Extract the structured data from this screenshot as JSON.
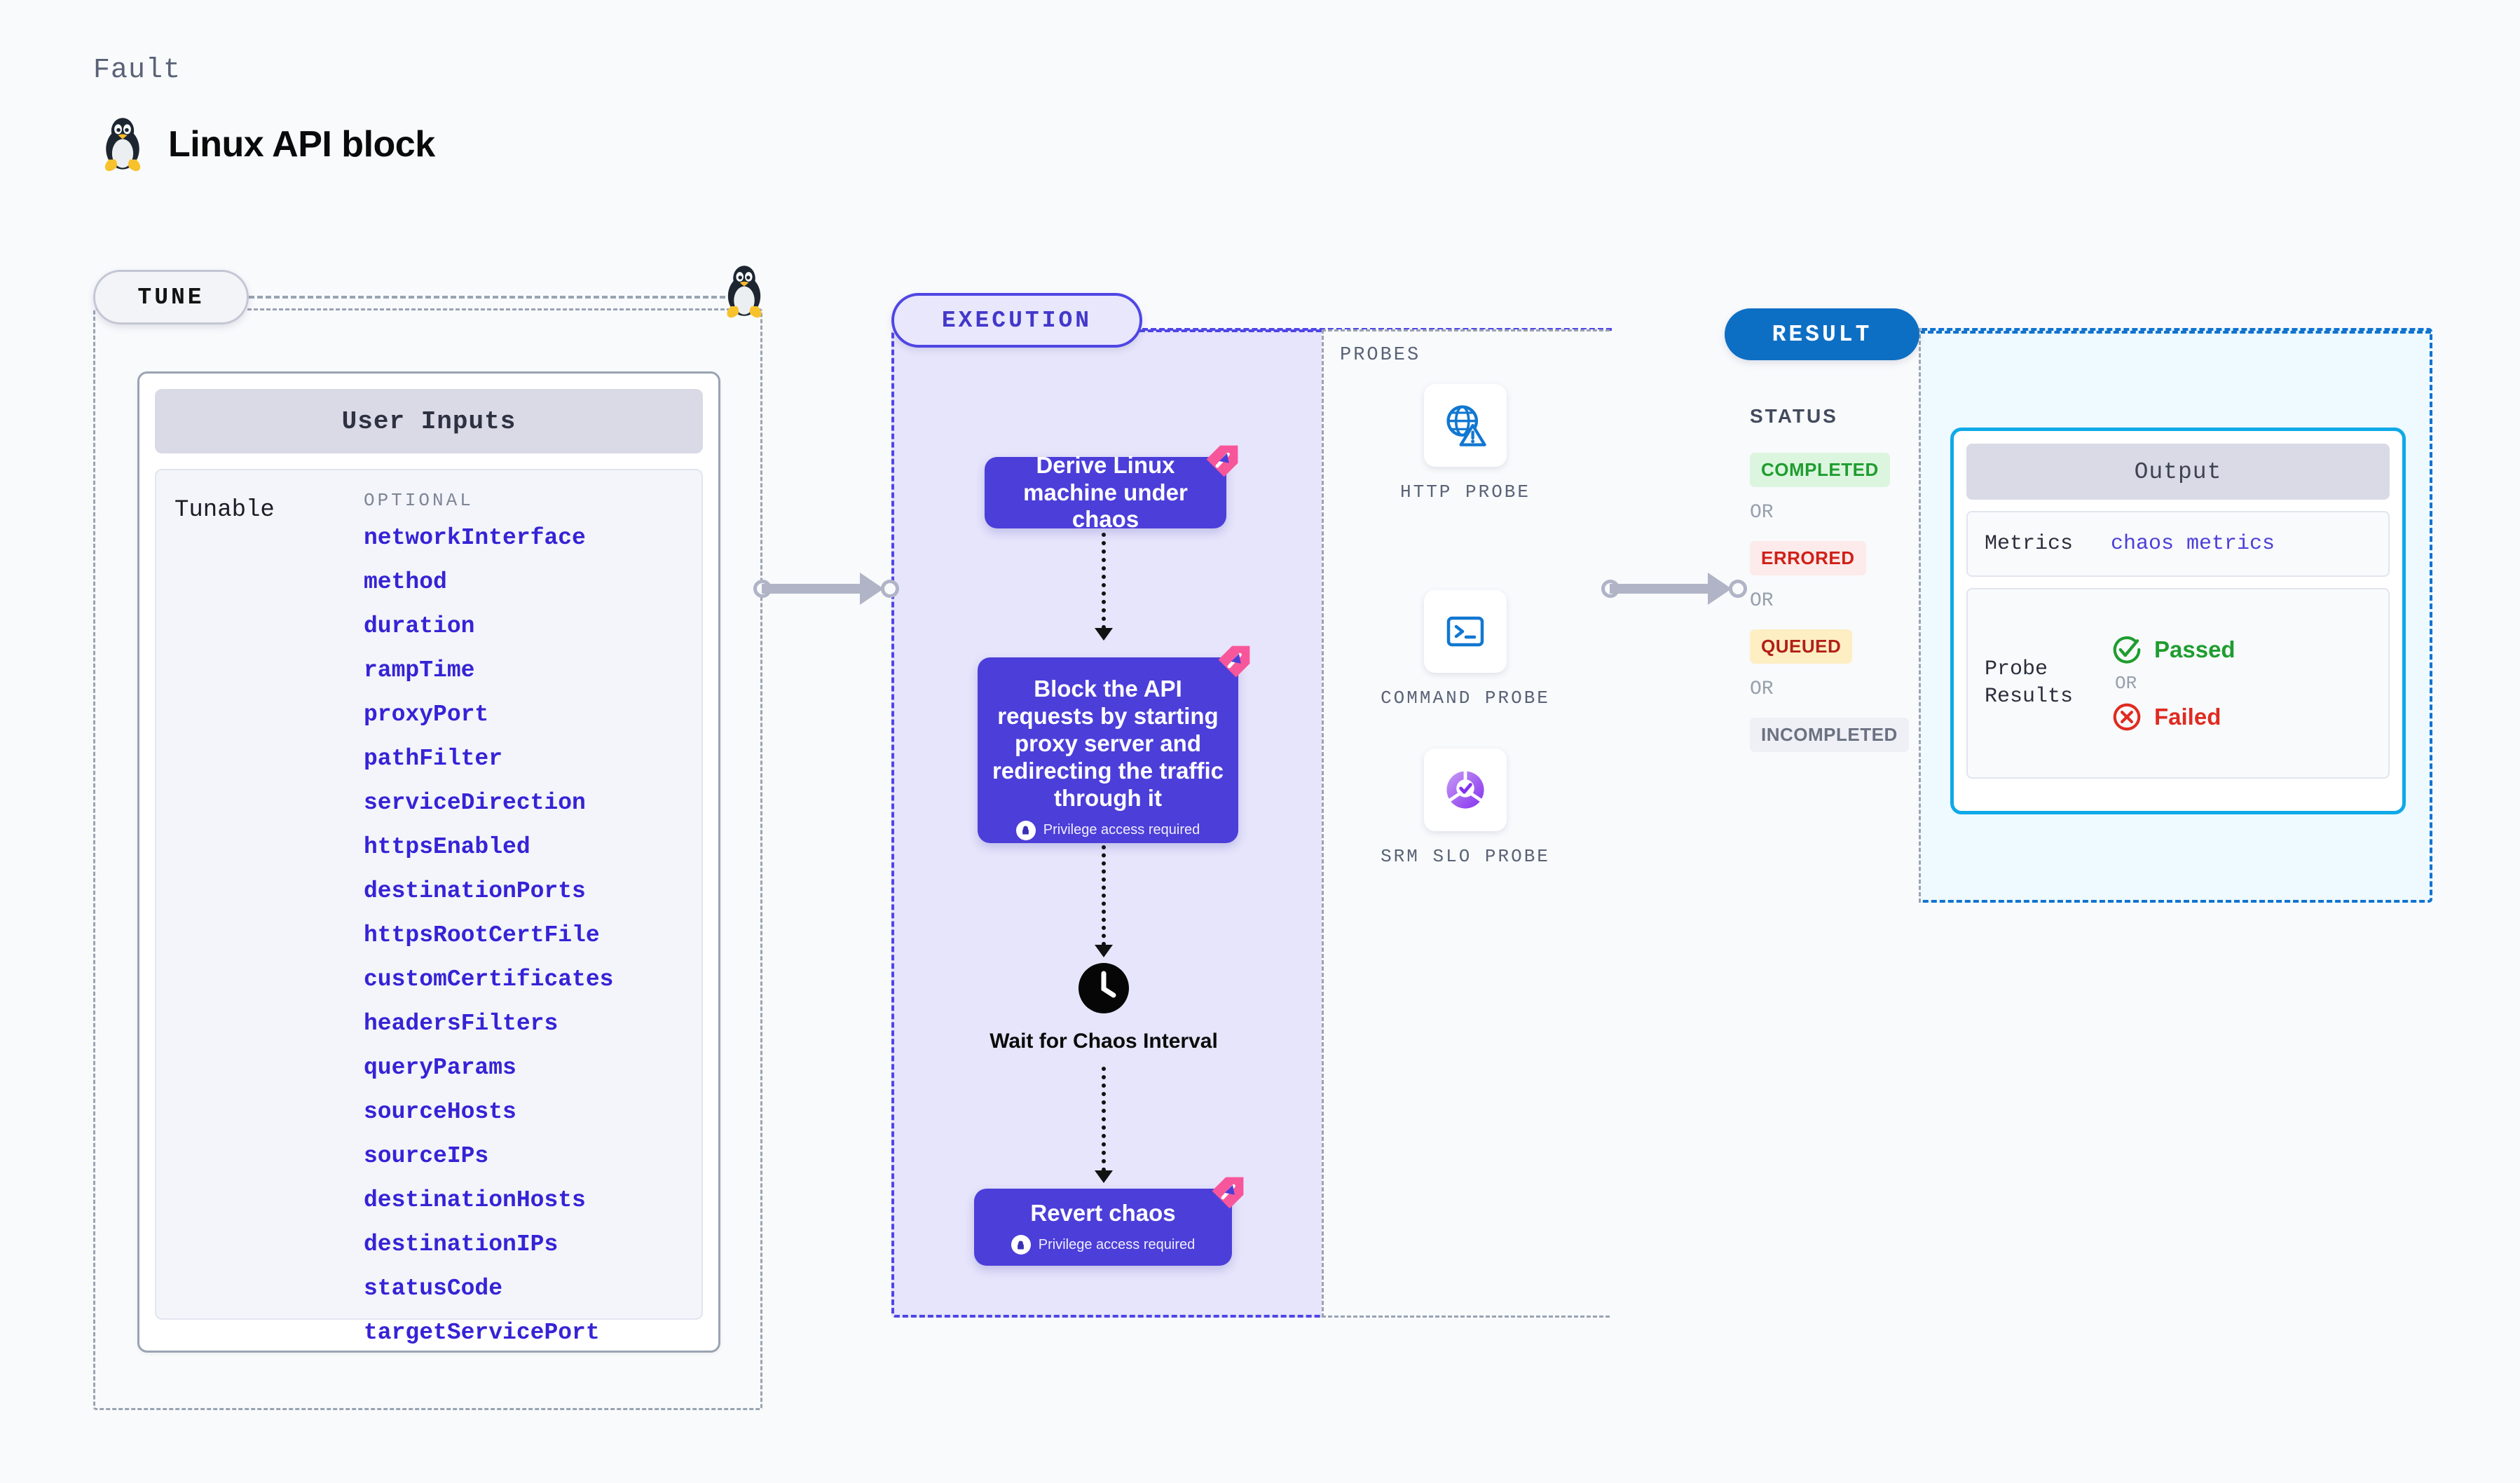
{
  "header": {
    "kicker": "Fault",
    "title": "Linux API block",
    "icon": "tux-linux-penguin"
  },
  "tune": {
    "badge": "TUNE",
    "card_title": "User Inputs",
    "row_label": "Tunable",
    "group_title": "OPTIONAL",
    "items": [
      "networkInterface",
      "method",
      "duration",
      "rampTime",
      "proxyPort",
      "pathFilter",
      "serviceDirection",
      "httpsEnabled",
      "destinationPorts",
      "httpsRootCertFile",
      "customCertificates",
      "headersFilters",
      "queryParams",
      "sourceHosts",
      "sourceIPs",
      "destinationHosts",
      "destinationIPs",
      "statusCode",
      "targetServicePort"
    ]
  },
  "execution": {
    "badge": "EXECUTION",
    "steps": [
      {
        "text": "Derive Linux machine under chaos",
        "privilege": null
      },
      {
        "text": "Block the API requests by starting proxy server and redirecting the traffic through it",
        "privilege": "Privilege access required"
      },
      {
        "text": "Revert chaos",
        "privilege": "Privilege access required"
      }
    ],
    "wait_node": {
      "icon": "clock-icon",
      "label": "Wait for Chaos Interval"
    }
  },
  "probes": {
    "title": "PROBES",
    "items": [
      {
        "label": "HTTP PROBE",
        "icon": "globe-warning-icon"
      },
      {
        "label": "COMMAND PROBE",
        "icon": "terminal-icon"
      },
      {
        "label": "SRM SLO PROBE",
        "icon": "slo-donut-check-icon"
      }
    ]
  },
  "result": {
    "badge": "RESULT",
    "status_title": "STATUS",
    "or_label": "OR",
    "statuses": [
      {
        "label": "COMPLETED",
        "fg": "#1f9d2f",
        "bg": "#dcf5df"
      },
      {
        "label": "ERRORED",
        "fg": "#cf2017",
        "bg": "#fdeaea"
      },
      {
        "label": "QUEUED",
        "fg": "#b22016",
        "bg": "#fdeec4"
      },
      {
        "label": "INCOMPLETED",
        "fg": "#6b7180",
        "bg": "#eef0f6"
      }
    ],
    "output": {
      "title": "Output",
      "metrics_key": "Metrics",
      "metrics_value": "chaos metrics",
      "probe_key": "Probe Results",
      "passed": "Passed",
      "failed": "Failed",
      "or_label": "OR"
    }
  },
  "colors": {
    "accent_purple": "#4c3ed9",
    "accent_blue": "#0d6fc4",
    "output_border": "#0fa9e8",
    "pink_mark": "#f8569a"
  }
}
